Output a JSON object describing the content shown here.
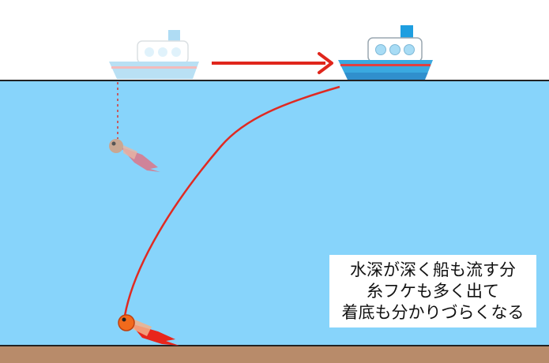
{
  "caption": {
    "lines": [
      "水深が深く船も流す分",
      "糸フケも多く出て",
      "着底も分かりづらくなる"
    ]
  },
  "colors": {
    "sky": "#ffffff",
    "water": "#87d4fb",
    "seabed": "#b88b6a",
    "line": "#222222",
    "arrow": "#e0261c",
    "fishing_line": "#e02a22",
    "hull_top": "#3aa9e0",
    "hull_stripe": "#e04040",
    "cabin": "#ffffff",
    "porthole": "#a8dcf5",
    "funnel": "#1e9ee0",
    "jig_head": "#f26a1c",
    "jig_body": "#e8261c",
    "ghost_head": "#c9a792",
    "ghost_body": "#d77a8e"
  },
  "icons": {
    "ship_before": "ship-icon-faded",
    "ship_after": "ship-icon",
    "arrow": "arrow-right-icon",
    "jig_before": "jig-icon-faded",
    "jig_after": "jig-icon"
  }
}
